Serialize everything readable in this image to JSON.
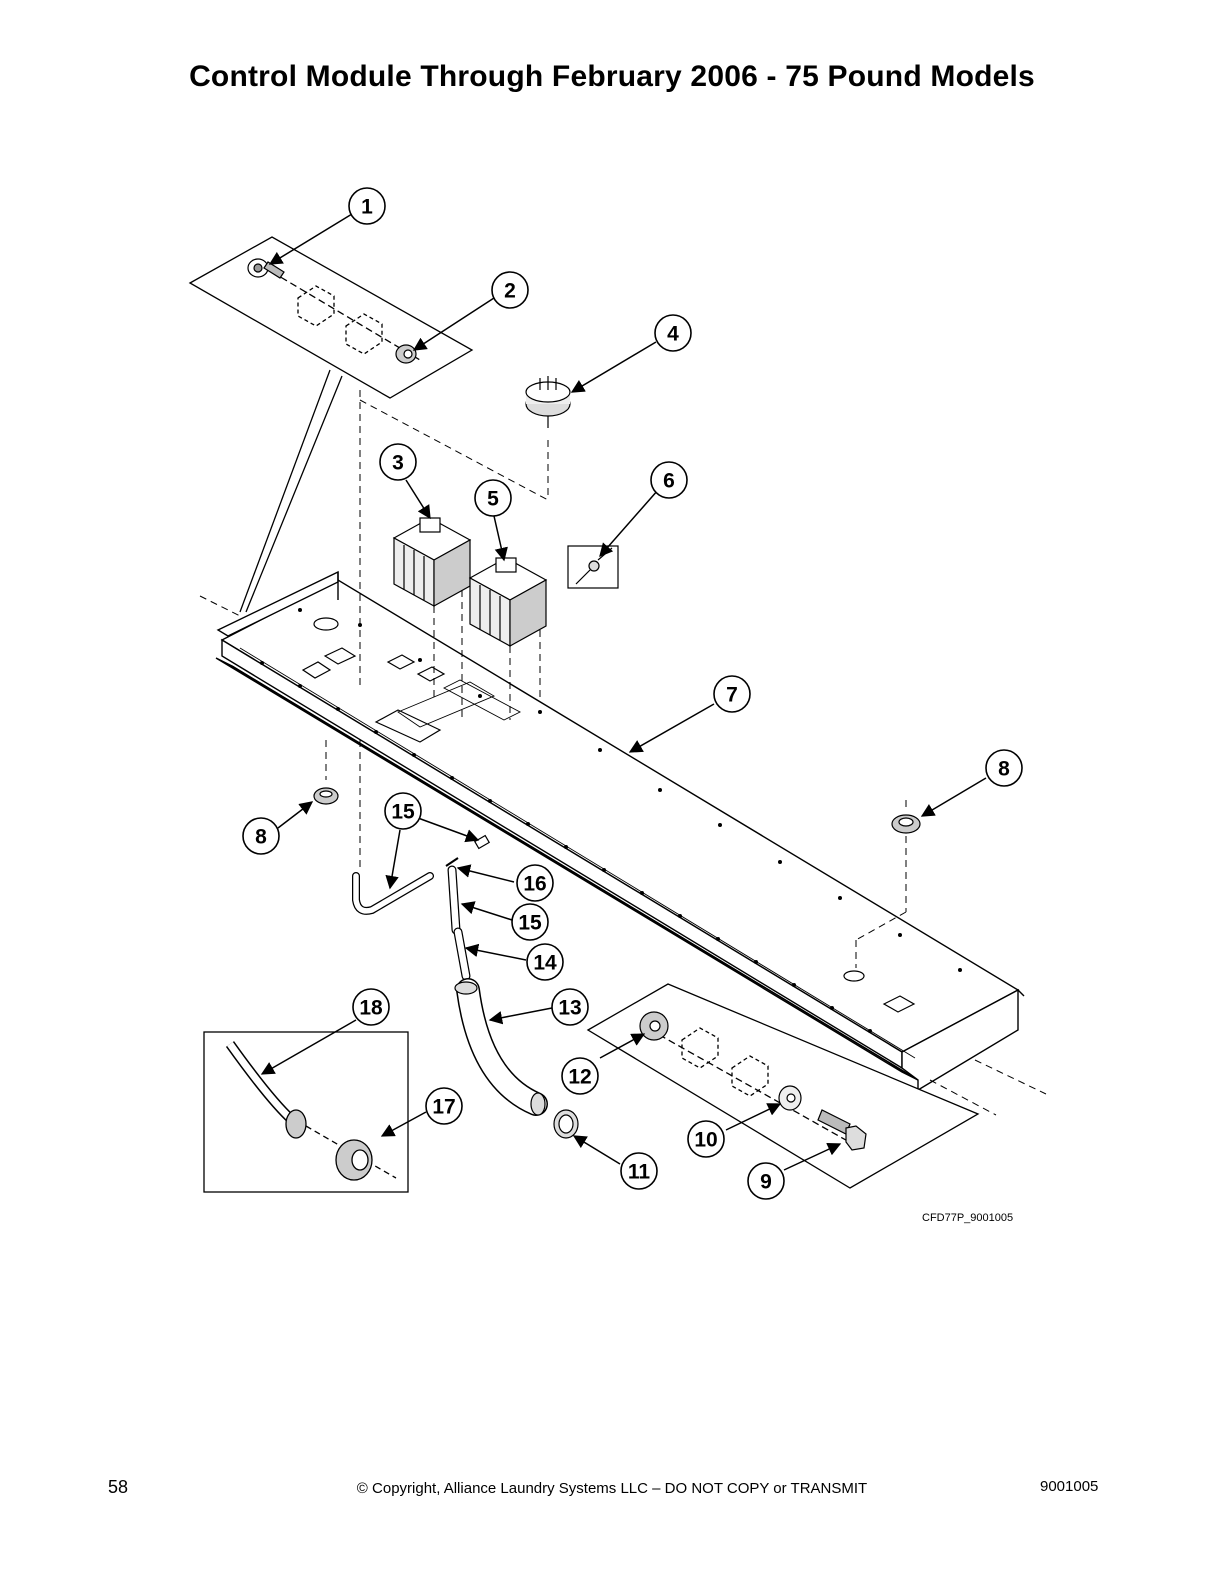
{
  "title": "Control Module Through February 2006 - 75 Pound Models",
  "figure_code": "CFD77P_9001005",
  "callouts": {
    "c1": "1",
    "c2": "2",
    "c3": "3",
    "c4": "4",
    "c5": "5",
    "c6": "6",
    "c7": "7",
    "c8a": "8",
    "c8b": "8",
    "c9": "9",
    "c10": "10",
    "c11": "11",
    "c12": "12",
    "c13": "13",
    "c14": "14",
    "c15a": "15",
    "c15b": "15",
    "c16": "16",
    "c17": "17",
    "c18": "18"
  },
  "footer": {
    "page_number": "58",
    "copyright": "© Copyright, Alliance Laundry Systems LLC – DO NOT COPY or TRANSMIT",
    "doc_number": "9001005"
  }
}
